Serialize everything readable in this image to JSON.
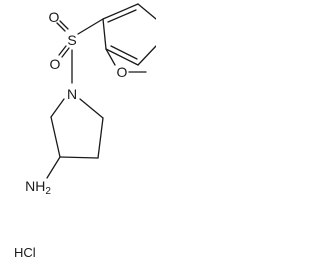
{
  "molecule": {
    "atoms": {
      "sulfur": "S",
      "oxygen_upper": "O",
      "oxygen_lower": "O",
      "oxygen_methoxy": "O",
      "nitrogen": "N",
      "amine": "NH2",
      "amine_base": "NH",
      "amine_subscript": "2"
    },
    "salt": "HCl",
    "colors": {
      "ink": "#1a1a1a",
      "background": "#ffffff"
    }
  }
}
